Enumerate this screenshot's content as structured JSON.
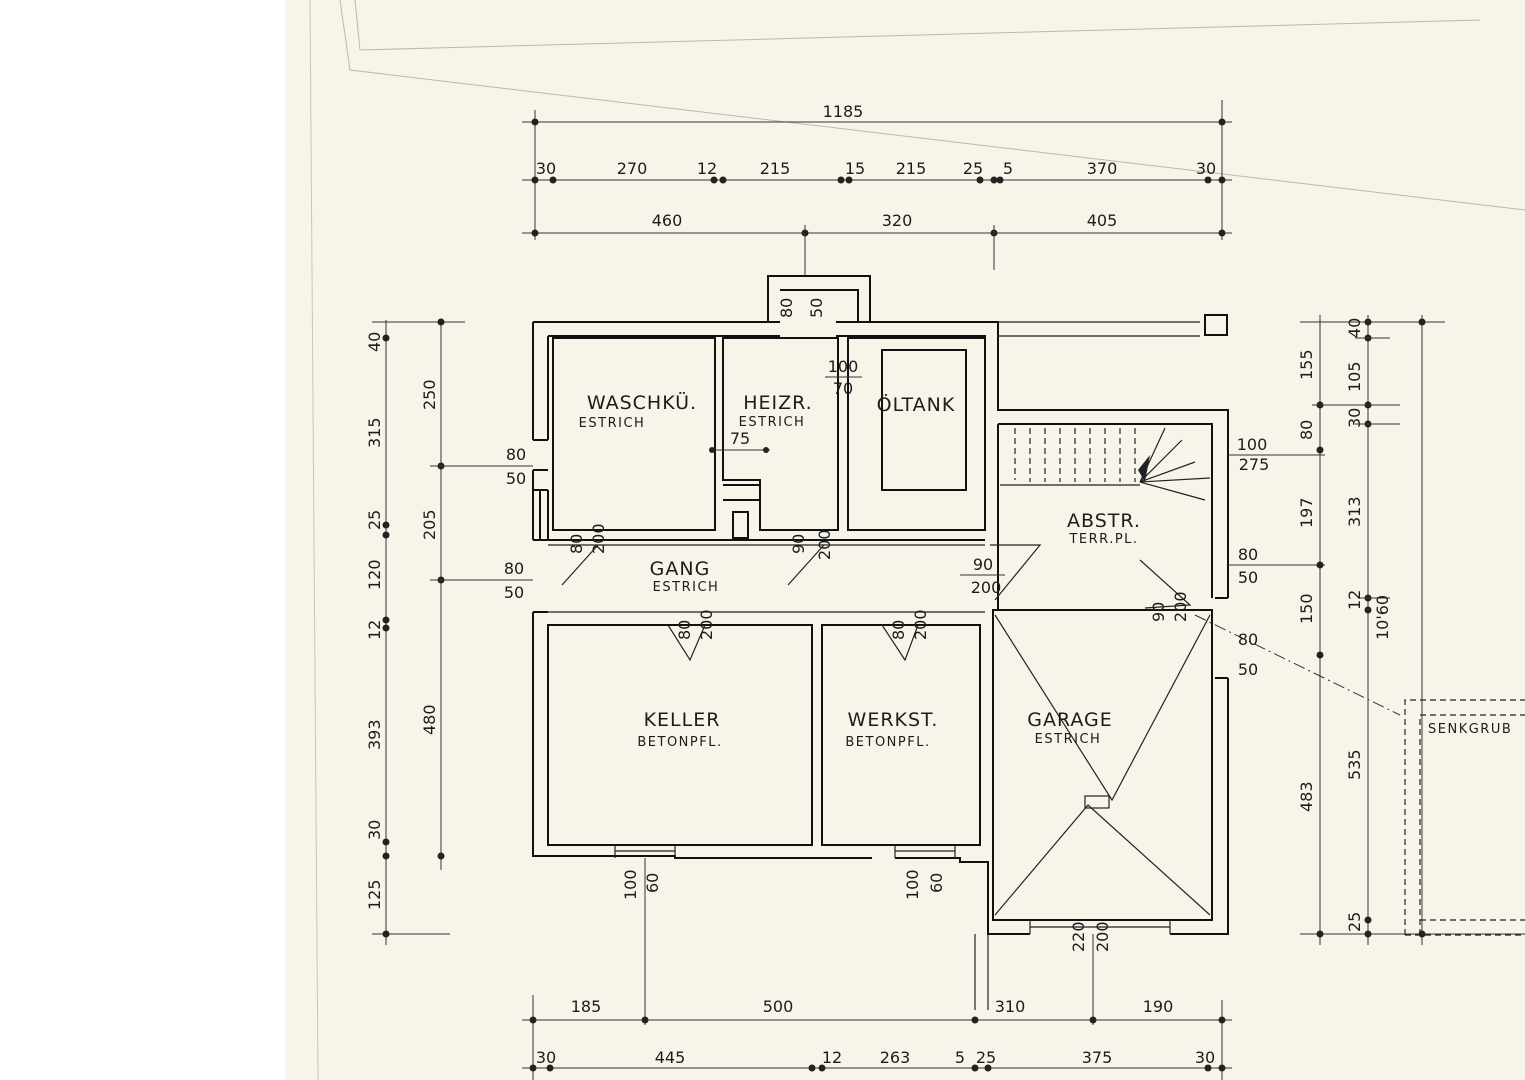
{
  "rooms": {
    "waschku": {
      "name": "WASCHKÜ.",
      "floor": "ESTRICH"
    },
    "heizr": {
      "name": "HEIZR.",
      "floor": "ESTRICH"
    },
    "oltank": {
      "name": "ÖLTANK"
    },
    "abstr": {
      "name": "ABSTR.",
      "floor": "TERR.PL."
    },
    "gang": {
      "name": "GANG",
      "floor": "ESTRICH"
    },
    "keller": {
      "name": "KELLER",
      "floor": "BETONPFL."
    },
    "werkst": {
      "name": "WERKST.",
      "floor": "BETONPFL."
    },
    "garage": {
      "name": "GARAGE",
      "floor": "ESTRICH"
    },
    "senkgrube": {
      "name": "SENKGRUB"
    }
  },
  "dims": {
    "top_total": "1185",
    "top_row1": [
      "30",
      "270",
      "12",
      "215",
      "15",
      "215",
      "25",
      "5",
      "370",
      "30"
    ],
    "top_row2": [
      "460",
      "320",
      "405"
    ],
    "bottom_row1": [
      "185",
      "500",
      "310",
      "190"
    ],
    "bottom_row2": [
      "30",
      "445",
      "12",
      "263",
      "5",
      "25",
      "375",
      "30"
    ],
    "left_outer": [
      "40",
      "315",
      "25",
      "120",
      "12",
      "393",
      "30",
      "125"
    ],
    "left_inner": [
      "250",
      "205",
      "480"
    ],
    "right_inner": [
      "155",
      "80",
      "197",
      "150",
      "483"
    ],
    "right_outer": [
      "40",
      "105",
      "30",
      "313",
      "12",
      "535",
      "25"
    ],
    "right_total": "10'60"
  },
  "openings": {
    "chimney": [
      "80",
      "50"
    ],
    "heizr_door": [
      "100",
      "70"
    ],
    "heizr_small": "75",
    "left_win1": [
      "80",
      "50"
    ],
    "left_win2": [
      "80",
      "50"
    ],
    "waschku_door": [
      "80",
      "200"
    ],
    "heizr_door2": [
      "90",
      "200"
    ],
    "abstr_door": [
      "90",
      "200"
    ],
    "stair_win": [
      "100",
      "275"
    ],
    "right_win1": [
      "80",
      "50"
    ],
    "garage_door_side": [
      "90",
      "200"
    ],
    "right_win2": [
      "80",
      "50"
    ],
    "keller_door": [
      "80",
      "200"
    ],
    "werkst_door": [
      "80",
      "200"
    ],
    "keller_win": [
      "100",
      "60"
    ],
    "werkst_win": [
      "100",
      "60"
    ],
    "garage_gate": [
      "220",
      "200"
    ]
  },
  "colors": {
    "paper": "#f7f5ea",
    "ink": "#1c1c1c"
  }
}
